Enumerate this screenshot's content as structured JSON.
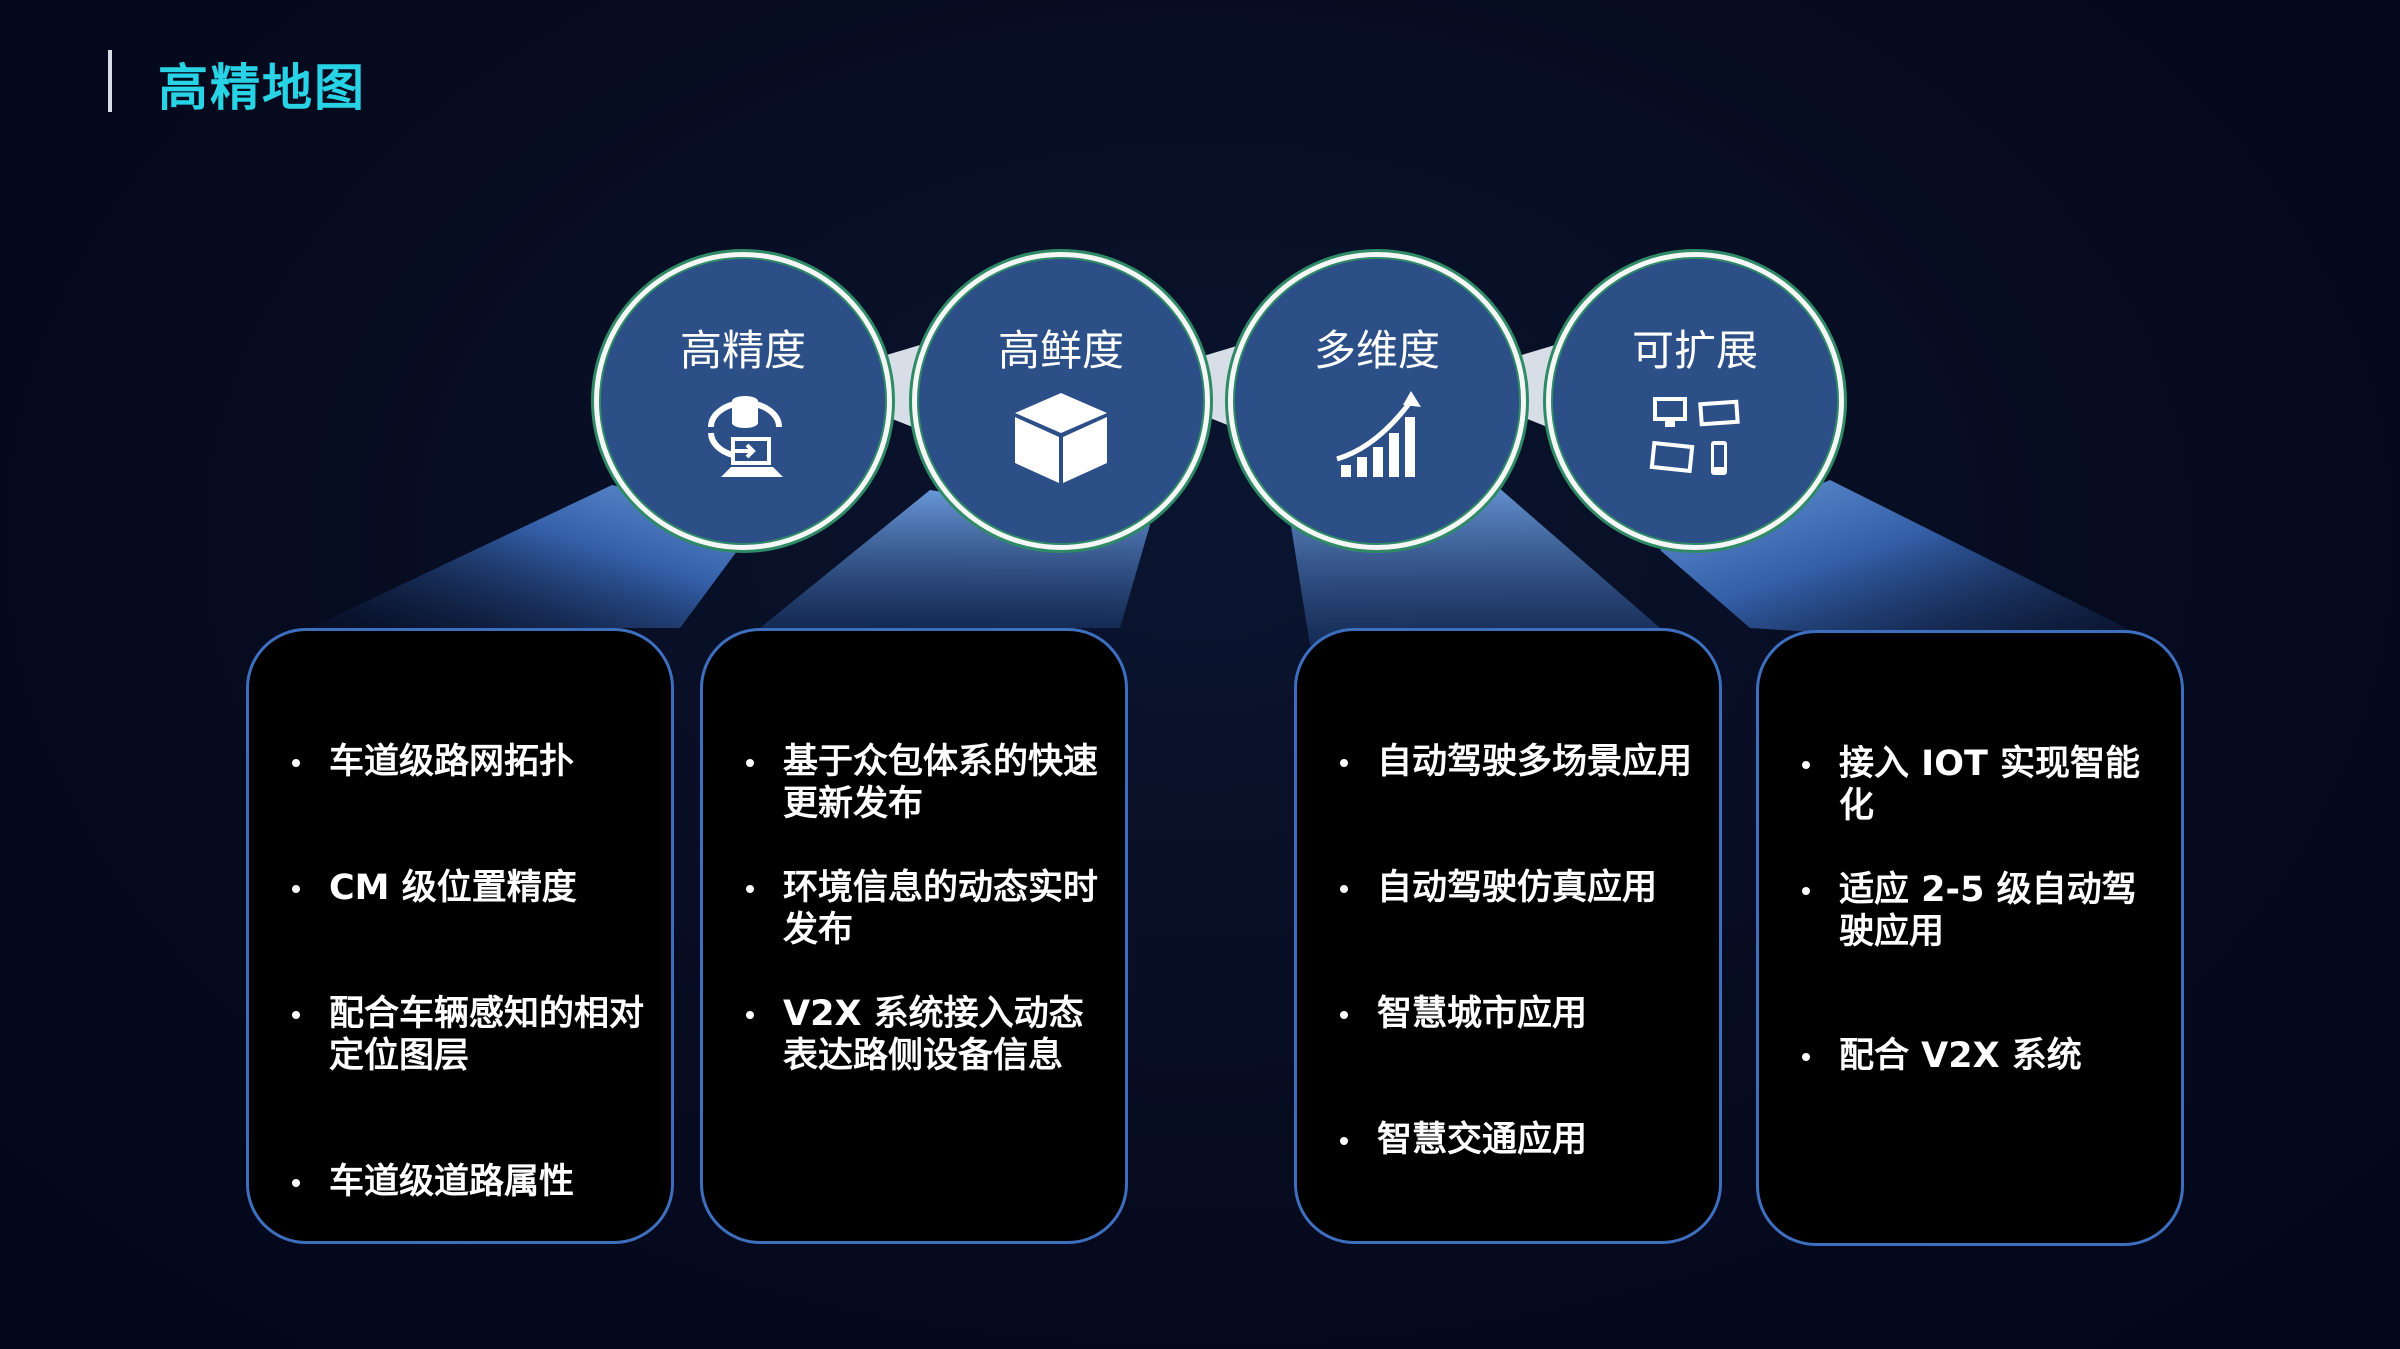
{
  "title": "高精地图",
  "features": [
    {
      "label": "高精度",
      "icon": "database-sync-icon"
    },
    {
      "label": "高鲜度",
      "icon": "cube-icon"
    },
    {
      "label": "多维度",
      "icon": "growth-chart-icon"
    },
    {
      "label": "可扩展",
      "icon": "devices-icon"
    }
  ],
  "cards": [
    {
      "items": [
        "车道级路网拓扑",
        "CM 级位置精度",
        "配合车辆感知的相对定位图层",
        "车道级道路属性"
      ]
    },
    {
      "items": [
        "基于众包体系的快速更新发布",
        "环境信息的动态实时发布",
        "V2X 系统接入动态表达路侧设备信息"
      ]
    },
    {
      "items": [
        "自动驾驶多场景应用",
        "自动驾驶仿真应用",
        "智慧城市应用",
        "智慧交通应用"
      ]
    },
    {
      "items": [
        "接入 IOT 实现智能化",
        "适应 2-5 级自动驾驶应用",
        "配合 V2X 系统"
      ]
    }
  ],
  "colors": {
    "title": "#28d3e6",
    "circle": "#2c4f87",
    "card_border": "#3e6fbf",
    "accent_ring": "#2f8a66"
  }
}
